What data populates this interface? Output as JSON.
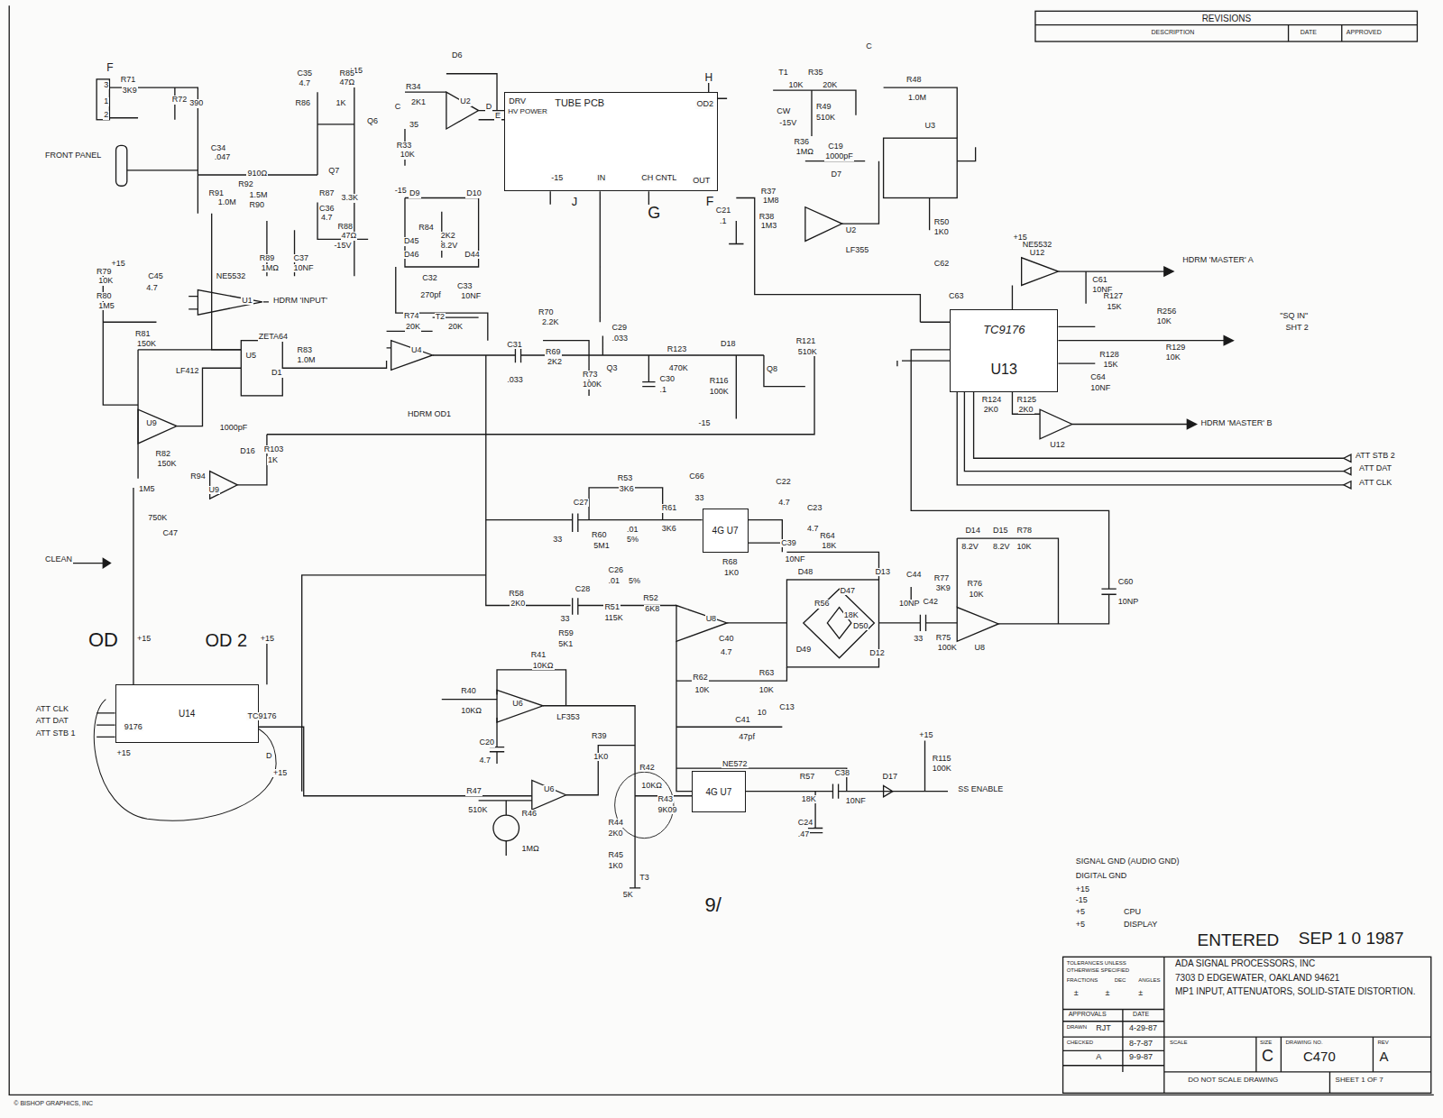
{
  "diagram": {
    "nodes": [
      {
        "text": [
          "TUBE PCB"
        ]
      },
      {
        "text": [
          "TC9176",
          "U13"
        ]
      },
      {
        "text": [
          "U14"
        ]
      },
      {
        "text": [
          "4G U7"
        ]
      },
      {
        "text": [
          "4G U7"
        ]
      }
    ],
    "labels": [
      "F",
      "3",
      "1",
      "2",
      "R71",
      "3K9",
      "R72",
      "390",
      "FRONT PANEL",
      "C34",
      ".047",
      "910Ω",
      "R92",
      "R91",
      "1.0M",
      "1.5M",
      "R90",
      "+15",
      "C35",
      "4.7",
      "R85",
      "47Ω",
      "R86",
      "1K",
      "Q6",
      "Q7",
      "R87",
      "3.3K",
      "C36",
      "4.7",
      "R88",
      "47Ω",
      "-15V",
      "R89",
      "1MΩ",
      "C37",
      "10NF",
      "R79",
      "10K",
      "+15",
      "R80",
      "1M5",
      "C45",
      "4.7",
      "NE5532",
      "U1",
      "HDRM 'INPUT'",
      "ZETA64",
      "U5",
      "D1",
      "R83",
      "1.0M",
      "R81",
      "150K",
      "LF412",
      "U9",
      "R82",
      "150K",
      "1M5",
      "R94",
      "750K",
      "C47",
      "1000pF",
      "D16",
      "R103",
      "1K",
      "U9",
      "CLEAN",
      "OD",
      "OD 2",
      "+15",
      "+15",
      "TC9176",
      "9176",
      "ATT CLK",
      "ATT DAT",
      "ATT STB 1",
      "D",
      "+15",
      "+15",
      "D6",
      "R34",
      "2K1",
      "U2",
      "C",
      "35",
      "R33",
      "10K",
      "D",
      "E",
      "DRV",
      "HV POWER",
      "H",
      "OD2",
      "-15",
      "IN",
      "CH CNTL",
      "OUT",
      "J",
      "G",
      "F",
      "-15",
      "D9",
      "D10",
      "R84",
      "2K2",
      "D45",
      "8.2V",
      "D46",
      "D44",
      "C32",
      "270pf",
      "C33",
      "10NF",
      "R74",
      "20K",
      "T2",
      "20K",
      "U4",
      "HDRM OD1",
      "C31",
      ".033",
      "R70",
      "2.2K",
      "C29",
      ".033",
      "R69",
      "2K2",
      "R73",
      "100K",
      "Q3",
      "C30",
      ".1",
      "R123",
      "470K",
      "D18",
      "R116",
      "100K",
      "-15",
      "Q8",
      "R121",
      "510K",
      "T1",
      "R35",
      "10K",
      "20K",
      "CW",
      "-15V",
      "R49",
      "510K",
      "R36",
      "1MΩ",
      "C19",
      "1000pF",
      "D7",
      "U2",
      "LF355",
      "C21",
      ".1",
      "R37",
      "1M8",
      "R38",
      "1M3",
      "R48",
      "1.0M",
      "U3",
      "R50",
      "1K0",
      "C",
      "C62",
      "C63",
      "+15",
      "NE5532",
      "U12",
      "C61",
      "10NF",
      "HDRM 'MASTER' A",
      "R127",
      "15K",
      "R256",
      "10K",
      "R129",
      "10K",
      "\"SQ IN\"",
      "SHT 2",
      "R128",
      "15K",
      "C64",
      "10NF",
      "R124",
      "2K0",
      "R125",
      "2K0",
      "U12",
      "HDRM 'MASTER' B",
      "ATT STB 2",
      "ATT DAT",
      "ATT CLK",
      "R53",
      "3K6",
      "C27",
      "33",
      "R60",
      "5M1",
      ".01",
      "5%",
      "R61",
      "3K6",
      "C28",
      "33",
      "C26",
      ".01",
      "5%",
      "R51",
      "115K",
      "R52",
      "6K8",
      "R58",
      "2K0",
      "R59",
      "5K1",
      "U8",
      "C40",
      "4.7",
      "R68",
      "1K0",
      "C66",
      "33",
      "C22",
      "4.7",
      "C23",
      "4.7",
      "C39",
      "10NF",
      "R64",
      "18K",
      "D48",
      "D13",
      "D47",
      "R56",
      "18K",
      "D50",
      "D49",
      "D12",
      "R62",
      "10K",
      "R63",
      "10K",
      "C13",
      "10",
      "C41",
      "47pf",
      "R41",
      "10KΩ",
      "R40",
      "10KΩ",
      "U6",
      "LF353",
      "R39",
      "1K0",
      "C20",
      "4.7",
      "R47",
      "510K",
      "U6",
      "R46",
      "1MΩ",
      "R42",
      "10KΩ",
      "R43",
      "9K09",
      "R44",
      "2K0",
      "R45",
      "1K0",
      "T3",
      "5K",
      "NE572",
      "R57",
      "18K",
      "C38",
      "10NF",
      "C24",
      ".47",
      "D17",
      "R115",
      "100K",
      "+15",
      "SS ENABLE",
      "D14",
      "D15",
      "8.2V",
      "8.2V",
      "R78",
      "10K",
      "R77",
      "3K9",
      "R76",
      "10K",
      "C44",
      "10NP",
      "C42",
      "33",
      "R75",
      "100K",
      "U8",
      "C60",
      "10NP",
      "SIGNAL GND (AUDIO GND)",
      "DIGITAL GND",
      "+15",
      "-15",
      "+5",
      "CPU",
      "+5",
      "DISPLAY",
      "ENTERED",
      "SEP 1 0 1987",
      "9/",
      "REVISIONS",
      "DESCRIPTION",
      "DATE",
      "APPROVED",
      "TOLERANCES UNLESS",
      "OTHERWISE SPECIFIED",
      "FRACTIONS",
      "DEC",
      "ANGLES",
      "±",
      "±",
      "±",
      "APPROVALS",
      "DATE",
      "DRAWN",
      "RJT",
      "4-29-87",
      "CHECKED",
      "8-7-87",
      "A",
      "9-9-87",
      "ADA SIGNAL PROCESSORS, INC",
      "7303 D EDGEWATER, OAKLAND 94621",
      "MP1 INPUT, ATTENUATORS, SOLID-STATE DISTORTION.",
      "SCALE",
      "SIZE",
      "C",
      "DRAWING NO.",
      "C470",
      "REV",
      "A",
      "DO NOT SCALE DRAWING",
      "SHEET 1 OF 7",
      "© BISHOP GRAPHICS, INC"
    ]
  }
}
